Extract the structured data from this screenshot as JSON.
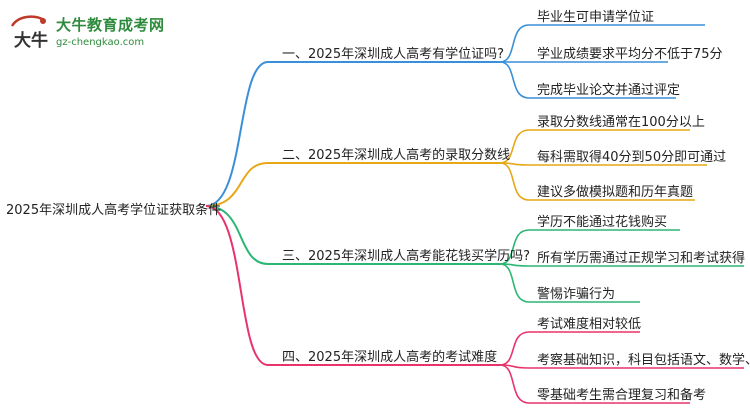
{
  "logo": {
    "title": "大牛教育成考网",
    "url": "gz-chengkao.com",
    "mark_text": "大牛"
  },
  "root": "2025年深圳成人高考学位证获取条件",
  "branches": [
    {
      "label": "一、2025年深圳成人高考有学位证吗?",
      "color": "#3a8fd9",
      "leaves": [
        "毕业生可申请学位证",
        "学业成绩要求平均分不低于75分",
        "完成毕业论文并通过评定"
      ]
    },
    {
      "label": "二、2025年深圳成人高考的录取分数线",
      "color": "#e6a817",
      "leaves": [
        "录取分数线通常在100分以上",
        "每科需取得40分到50分即可通过",
        "建议多做模拟题和历年真题"
      ]
    },
    {
      "label": "三、2025年深圳成人高考能花钱买学历吗?",
      "color": "#2bb673",
      "leaves": [
        "学历不能通过花钱购买",
        "所有学历需通过正规学习和考试获得",
        "警惕诈骗行为"
      ]
    },
    {
      "label": "四、2025年深圳成人高考的考试难度",
      "color": "#e8336b",
      "leaves": [
        "考试难度相对较低",
        "考察基础知识，科目包括语文、数学、英语",
        "零基础考生需合理复习和备考"
      ]
    }
  ]
}
